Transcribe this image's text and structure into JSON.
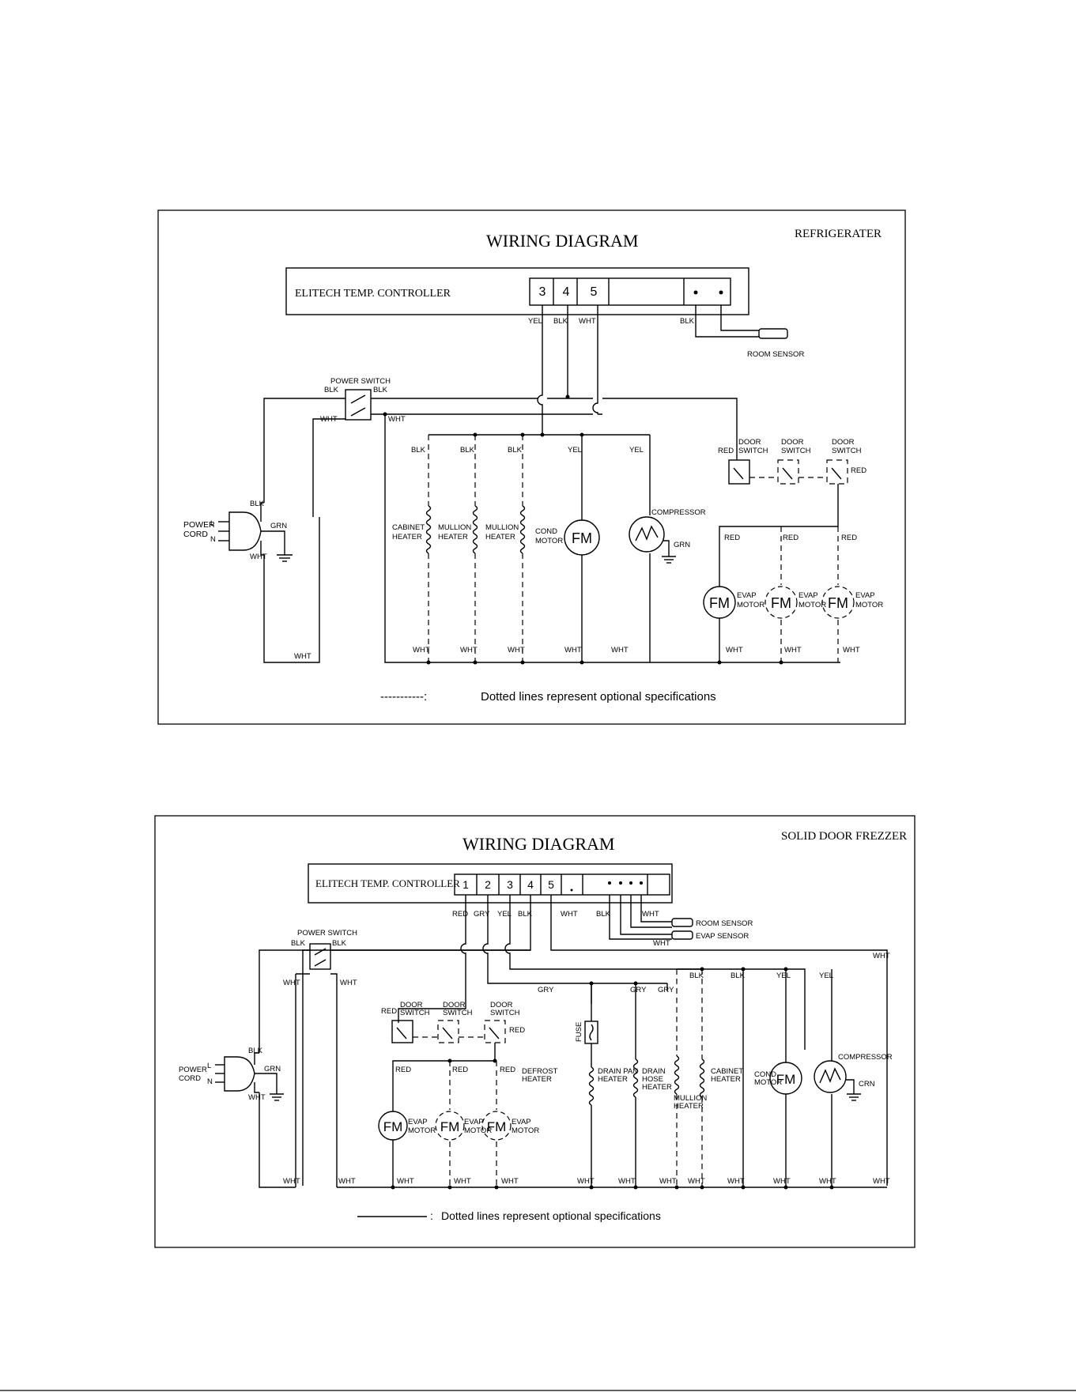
{
  "diagram_a": {
    "title": "WIRING DIAGRAM",
    "model": "REFRIGERATER",
    "controller": "ELITECH TEMP. CONTROLLER",
    "terminals": [
      "3",
      "4",
      "5"
    ],
    "labels": {
      "yel": "YEL",
      "blk": "BLK",
      "wht": "WHT",
      "red": "RED",
      "grn": "GRN",
      "l": "L",
      "n": "N"
    },
    "room_sensor": "ROOM SENSOR",
    "power_switch": "POWER SWITCH",
    "power_cord": [
      "POWER",
      "CORD"
    ],
    "door_switch": [
      "DOOR",
      "SWITCH"
    ],
    "cabinet_heater": [
      "CABINET",
      "HEATER"
    ],
    "mullion_heater": [
      "MULLION",
      "HEATER"
    ],
    "cond_motor": [
      "COND",
      "MOTOR"
    ],
    "compressor": "COMPRESSOR",
    "fm": "FM",
    "evap_motor": [
      "EVAP",
      "MOTOR"
    ],
    "note_dashes": "-----------:",
    "note": "Dotted lines represent optional specifications"
  },
  "diagram_b": {
    "title": "WIRING DIAGRAM",
    "model": "SOLID DOOR FREZZER",
    "controller": "ELITECH TEMP. CONTROLLER",
    "terminals": [
      "1",
      "2",
      "3",
      "4",
      "5"
    ],
    "labels": {
      "red": "RED",
      "gry": "GRY",
      "yel": "YEL",
      "blk": "BLK",
      "wht": "WHT",
      "grn": "GRN",
      "crn": "CRN",
      "l": "L",
      "n": "N"
    },
    "room_sensor": "ROOM SENSOR",
    "evap_sensor": "EVAP SENSOR",
    "power_switch": "POWER SWITCH",
    "power_cord": [
      "POWER",
      "CORD"
    ],
    "door_switch": [
      "DOOR",
      "SWITCH"
    ],
    "fuse": "FUSE",
    "defrost_heater": [
      "DEFROST",
      "HEATER"
    ],
    "drain_pan_heater": [
      "DRAIN PAN",
      "HEATER"
    ],
    "drain_hose_heater": [
      "DRAIN",
      "HOSE",
      "HEATER"
    ],
    "mullion_heater": [
      "MULLION",
      "HEATER"
    ],
    "cabinet_heater": [
      "CABINET",
      "HEATER"
    ],
    "cond_motor": [
      "COND",
      "MOTOR"
    ],
    "compressor": "COMPRESSOR",
    "fm": "FM",
    "evap_motor": [
      "EVAP",
      "MOTOR"
    ],
    "note": "Dotted lines represent optional specifications"
  }
}
